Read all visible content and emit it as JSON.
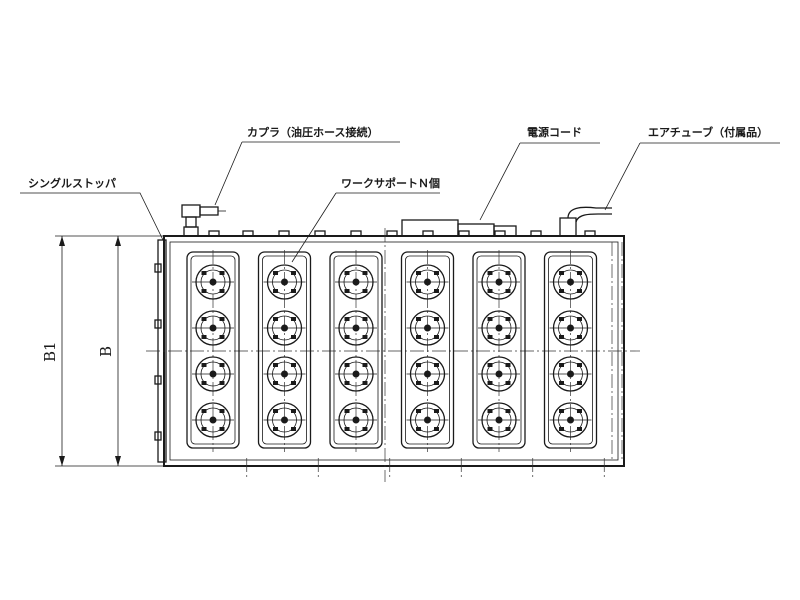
{
  "labels": {
    "coupler": "カプラ（油圧ホース接続）",
    "single_stopper": "シングルストッパ",
    "work_support": "ワークサポートＮ個",
    "power_cord": "電源コード",
    "air_tube": "エアチューブ（付属品）"
  },
  "dimensions": {
    "b1": "B1",
    "b": "B"
  },
  "layout": {
    "support_columns": 6,
    "supports_per_column": 4,
    "side_bolts": 4
  }
}
